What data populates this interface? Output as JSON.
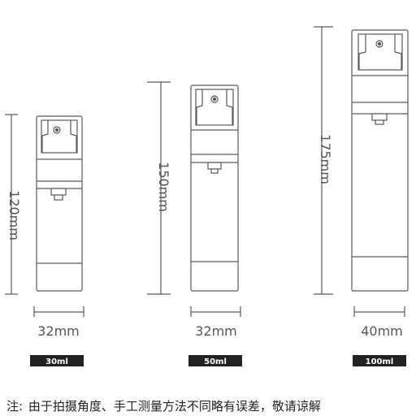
{
  "colors": {
    "line": "#5a5a5a",
    "badge_bg": "#222222",
    "badge_text": "#ffffff",
    "text": "#555555"
  },
  "bottles": [
    {
      "id": "b30",
      "height_label": "120mm",
      "width_label": "32mm",
      "volume": "30ml",
      "height_mm": 120,
      "width_mm": 32
    },
    {
      "id": "b50",
      "height_label": "150mm",
      "width_label": "32mm",
      "volume": "50ml",
      "height_mm": 150,
      "width_mm": 32
    },
    {
      "id": "b100",
      "height_label": "175mm",
      "width_label": "40mm",
      "volume": "100ml",
      "height_mm": 175,
      "width_mm": 40
    }
  ],
  "note": {
    "prefix": "注:",
    "text": "由于拍摄角度、手工测量方法不同略有误差，敬请谅解"
  }
}
